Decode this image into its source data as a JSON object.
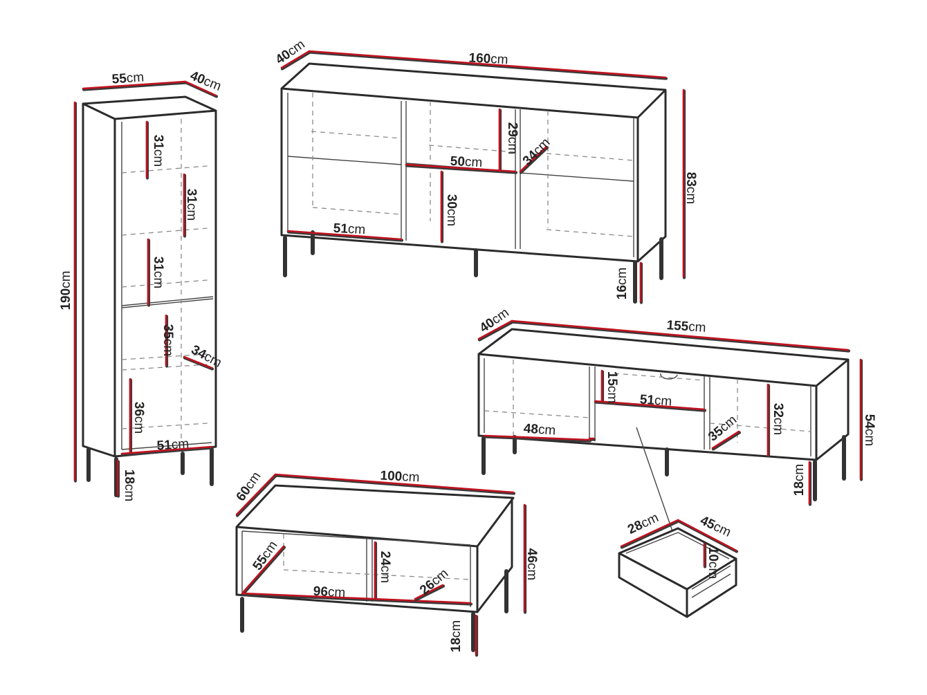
{
  "unit": "cm",
  "colors": {
    "dimension_line": "#c1121f",
    "outline": "#2b2b2b",
    "hidden_edge": "#8a8a8a"
  },
  "furniture": [
    {
      "piece": "tall-cabinet",
      "dimensions": {
        "width": "55",
        "depth": "40",
        "height": "190",
        "leg_height": "18"
      },
      "interior": [
        "31",
        "31",
        "31",
        "35",
        "34",
        "36",
        "51"
      ]
    },
    {
      "piece": "sideboard",
      "dimensions": {
        "width": "160",
        "depth": "40",
        "height": "83",
        "leg_height": "16"
      },
      "interior": [
        "29",
        "34",
        "50",
        "30",
        "51"
      ]
    },
    {
      "piece": "tv-stand",
      "dimensions": {
        "width": "155",
        "depth": "40",
        "height": "54",
        "leg_height": "18"
      },
      "interior": [
        "15",
        "51",
        "48",
        "35",
        "32"
      ]
    },
    {
      "piece": "coffee-table",
      "dimensions": {
        "width": "100",
        "depth": "60",
        "height": "46",
        "leg_height": "18"
      },
      "interior": [
        "55",
        "24",
        "96",
        "26"
      ]
    },
    {
      "piece": "drawer-detail",
      "dimensions": {
        "depth": "28",
        "width": "45",
        "height": "10"
      }
    }
  ]
}
